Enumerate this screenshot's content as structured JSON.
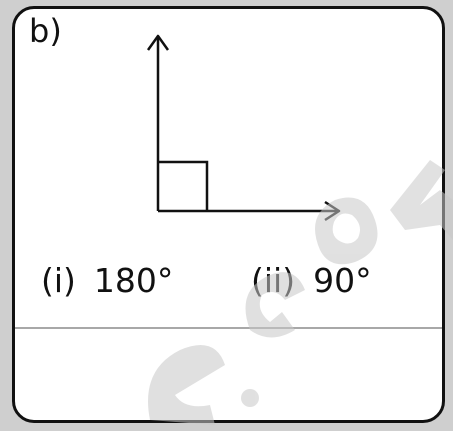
{
  "question": {
    "part_label": "b)",
    "options": [
      {
        "number": "(i)",
        "value": "180°"
      },
      {
        "number": "(ii)",
        "value": "90°"
      }
    ]
  },
  "diagram": {
    "type": "right-angle",
    "arrow_up": true,
    "arrow_right": true
  },
  "colors": {
    "line": "#111111",
    "border": "#111111",
    "divider": "#a8a8a8",
    "watermark": "#c8c8c8"
  }
}
